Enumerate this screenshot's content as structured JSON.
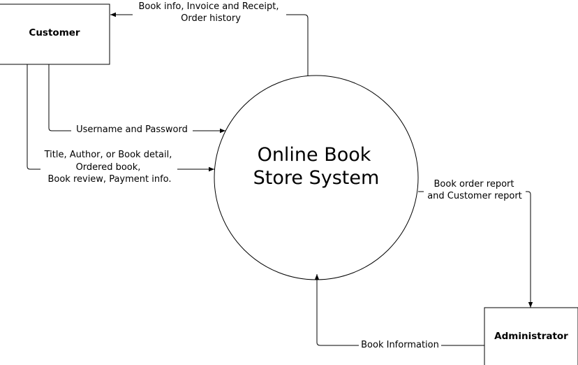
{
  "entities": {
    "customer": {
      "label": "Customer"
    },
    "administrator": {
      "label": "Administrator"
    }
  },
  "process": {
    "lines": [
      "Online Book",
      "Store System"
    ]
  },
  "flows": {
    "to_customer": {
      "lines": [
        "Book info, Invoice and Receipt,",
        "Order history"
      ]
    },
    "login": {
      "lines": [
        "Username and Password"
      ]
    },
    "customer_input": {
      "lines": [
        "Title, Author, or Book detail,",
        "Ordered book,",
        "Book review, Payment info."
      ]
    },
    "reports": {
      "lines": [
        "Book order report",
        "and Customer report"
      ]
    },
    "book_info": {
      "lines": [
        "Book Information"
      ]
    }
  }
}
